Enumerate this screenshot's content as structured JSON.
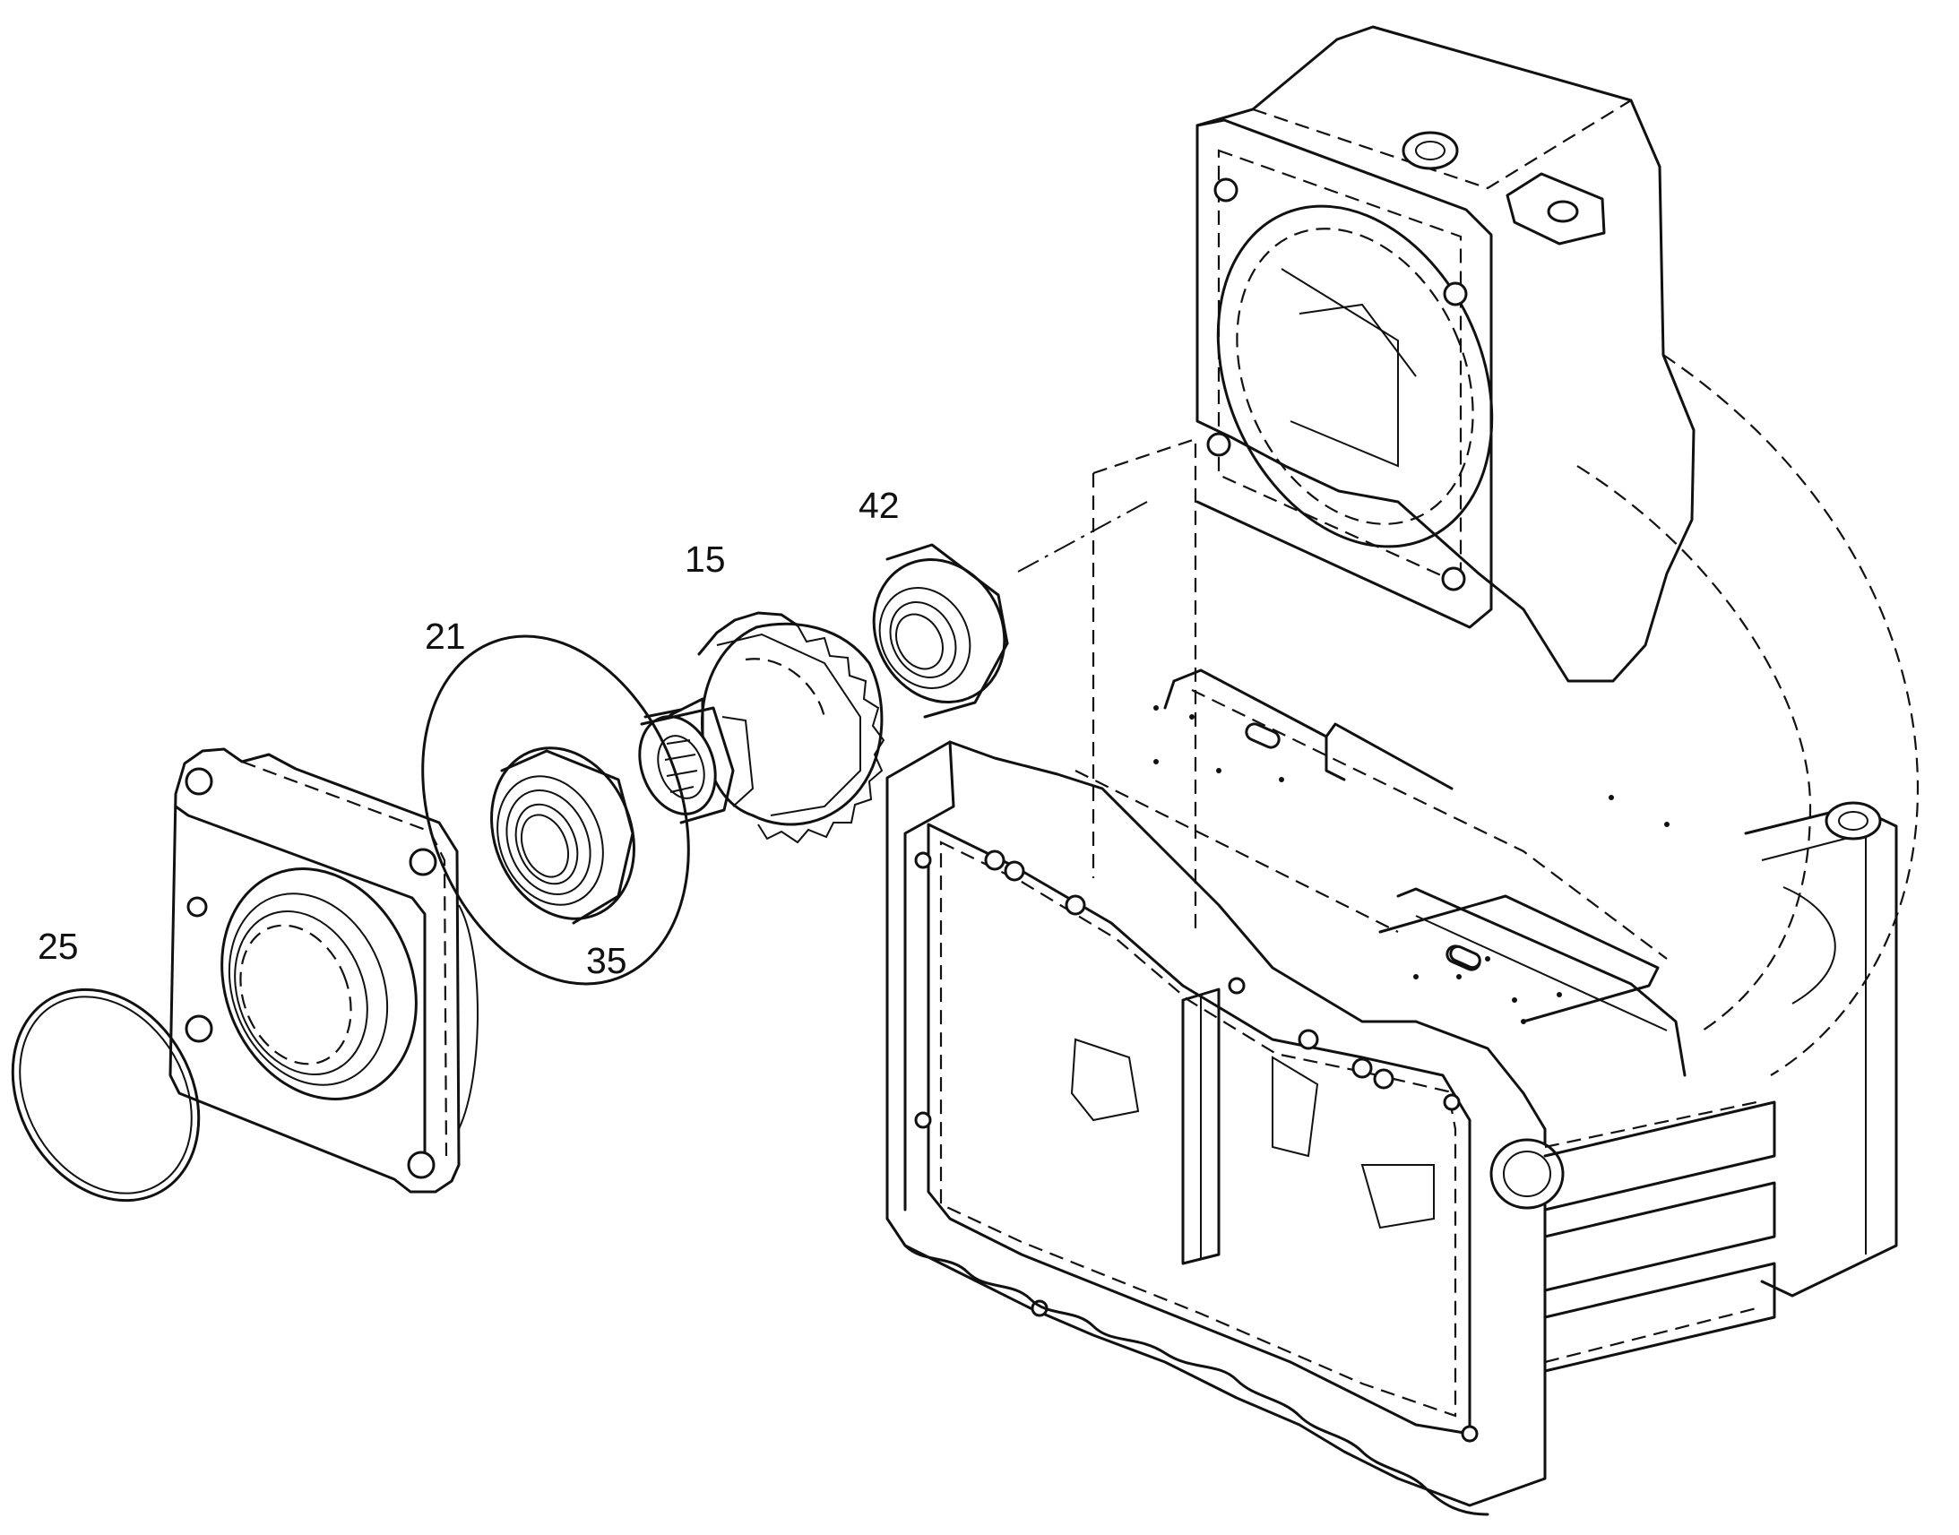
{
  "callouts": {
    "c42": "42",
    "c15": "15",
    "c21": "21",
    "c25": "25",
    "c35": "35"
  },
  "line_color": "#111111",
  "background": "#ffffff"
}
